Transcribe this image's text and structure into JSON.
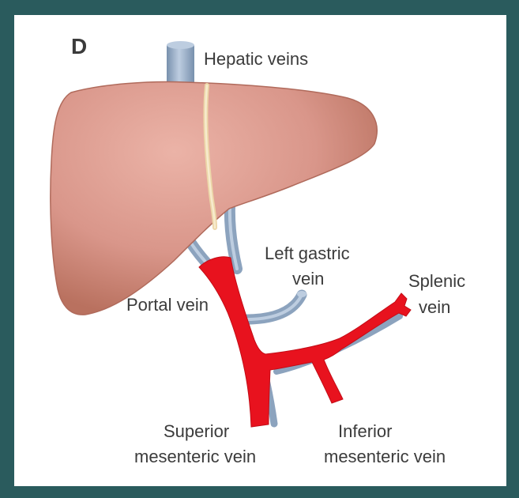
{
  "figure": {
    "panel_letter": "D"
  },
  "labels": {
    "hepatic_veins": "Hepatic veins",
    "left_gastric_vein": {
      "line1": "Left gastric",
      "line2": "vein"
    },
    "splenic_vein": {
      "line1": "Splenic",
      "line2": "vein"
    },
    "portal_vein": "Portal vein",
    "superior_mesenteric_vein": {
      "line1": "Superior",
      "line2": "mesenteric vein"
    },
    "inferior_mesenteric_vein": {
      "line1": "Inferior",
      "line2": "mesenteric vein"
    }
  },
  "colors": {
    "frame": "#2a5b5d",
    "panel": "#ffffff",
    "text": "#3b3b3b",
    "liver_light": "#ebb3a7",
    "liver_mid": "#d9968a",
    "liver_dark": "#b9715f",
    "liver_edge": "#b06a5b",
    "vein_red": "#e8121e",
    "vein_red_edge": "#c20c16",
    "vessel_blue": "#8ca3be",
    "vessel_blue_dark": "#7890ad",
    "vessel_highlight": "#bdcde0",
    "ligament": "#ecd6a8",
    "ligament_highlight": "#f7ebcd"
  }
}
